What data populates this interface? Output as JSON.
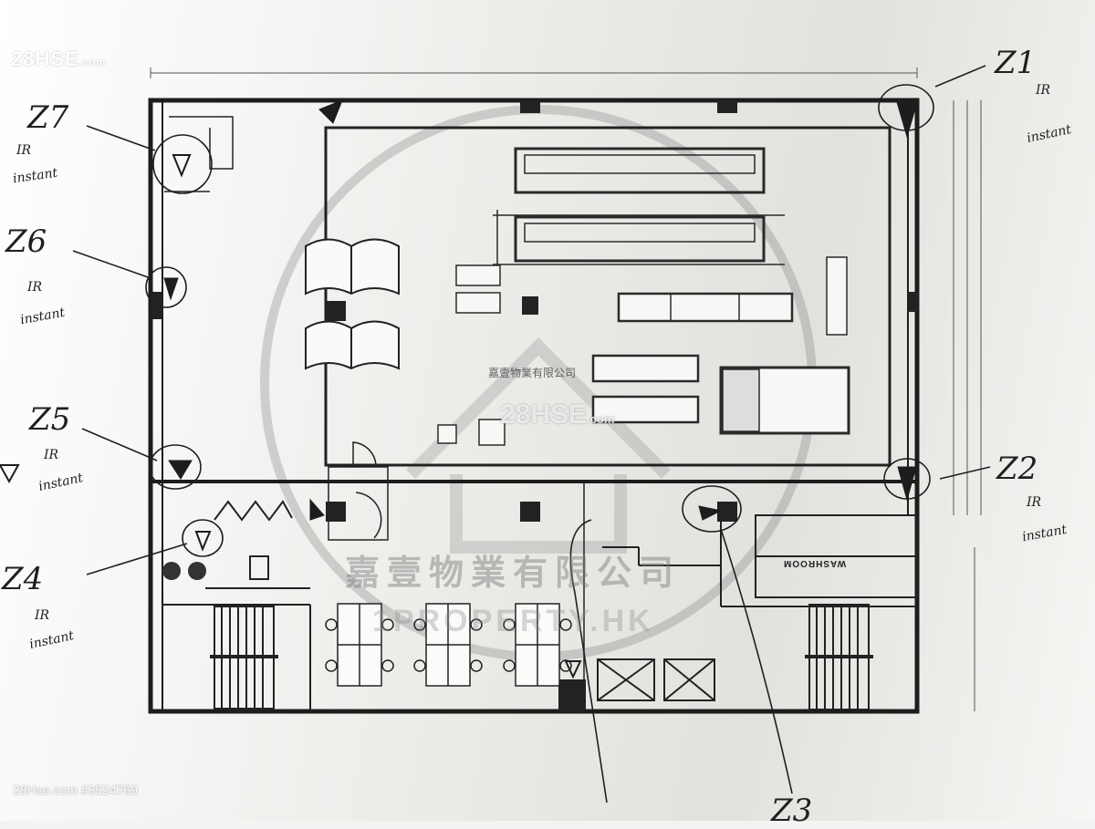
{
  "watermark": {
    "brand": "28HSE",
    "brand_suffix": ".com",
    "listing_id": "28Hse.com #3524769",
    "company_cn": "嘉壹物業有限公司",
    "company_en": "1PROPERTY.HK",
    "company_cn_small": "嘉壹物業有限公司"
  },
  "rooms": {
    "washroom": "WASHROOM"
  },
  "zones": [
    {
      "id": "Z1",
      "label": "Z1",
      "note1": "IR",
      "note2": "instant"
    },
    {
      "id": "Z2",
      "label": "Z2",
      "note1": "IR",
      "note2": "instant"
    },
    {
      "id": "Z3",
      "label": "Z3"
    },
    {
      "id": "Z4",
      "label": "Z4",
      "note1": "IR",
      "note2": "instant"
    },
    {
      "id": "Z5",
      "label": "Z5",
      "note1": "IR",
      "note2": "instant"
    },
    {
      "id": "Z6",
      "label": "Z6",
      "note1": "IR",
      "note2": "instant"
    },
    {
      "id": "Z7",
      "label": "Z7",
      "note1": "IR",
      "note2": "instant"
    }
  ],
  "colors": {
    "ink": "#2a2a2a",
    "wall": "#1d1d1d",
    "pencil": "#1f1f1f"
  }
}
